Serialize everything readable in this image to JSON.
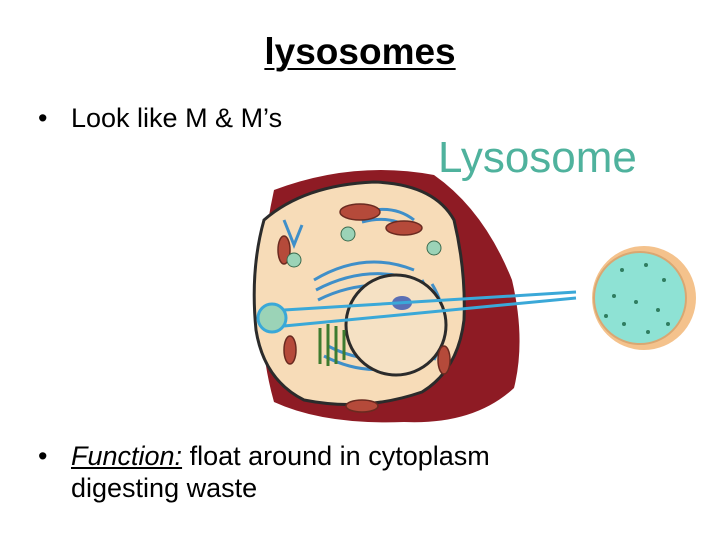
{
  "slide": {
    "title": "lysosomes",
    "bullets": [
      {
        "marker": "•",
        "text": "Look like M & M’s"
      },
      {
        "marker": "•",
        "label": "Function:",
        "text": " float around in cytoplasm",
        "continuation": "digesting waste"
      }
    ]
  },
  "illustration": {
    "label": "Lysosome",
    "colors": {
      "label": "#4fb29d",
      "cell_wall": "#8e1b24",
      "cytoplasm": "#f7dcb8",
      "membrane": "#2b2b2b",
      "er": "#3f8fc9",
      "mitochondria": "#b54a3a",
      "golgi": "#3e7b2f",
      "pointer": "#3aa8d8",
      "lysosome_fill": "#8ee2d4",
      "lysosome_rim": "#f4c28c"
    },
    "icons": [
      "cell-diagram",
      "lysosome-closeup"
    ]
  }
}
